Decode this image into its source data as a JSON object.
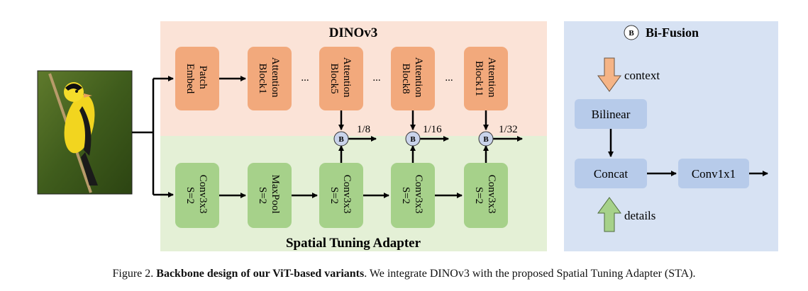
{
  "diagram": {
    "dino_title": "DINOv3",
    "sta_title": "Spatial Tuning Adapter",
    "dino_blocks": [
      {
        "line1": "Patch",
        "line2": "Embed"
      },
      {
        "line1": "Attention",
        "line2": "Block1"
      },
      {
        "line1": "Attention",
        "line2": "Block5"
      },
      {
        "line1": "Attention",
        "line2": "Block8"
      },
      {
        "line1": "Attention",
        "line2": "Block11"
      }
    ],
    "ellipsis": "...",
    "sta_blocks": [
      {
        "line1": "Conv3x3",
        "line2": "S=2"
      },
      {
        "line1": "MaxPool",
        "line2": "S=2"
      },
      {
        "line1": "Conv3x3",
        "line2": "S=2"
      },
      {
        "line1": "Conv3x3",
        "line2": "S=2"
      },
      {
        "line1": "Conv3x3",
        "line2": "S=2"
      }
    ],
    "fusion_symbol": "B",
    "scales": [
      "1/8",
      "1/16",
      "1/32"
    ]
  },
  "bifusion": {
    "symbol": "B",
    "title": "Bi-Fusion",
    "context_label": "context",
    "details_label": "details",
    "bilinear": "Bilinear",
    "concat": "Concat",
    "conv": "Conv1x1"
  },
  "caption": {
    "prefix": "Figure 2.",
    "bold": "Backbone design of our ViT-based variants",
    "rest": ". We integrate DINOv3 with the proposed Spatial Tuning Adapter (STA)."
  },
  "colors": {
    "dino_bg": "#fbe3d7",
    "sta_bg": "#e4f0d6",
    "bifusion_bg": "#d7e2f3",
    "orange_block": "#f2a97c",
    "green_block": "#a6d18a",
    "blue_block": "#b7cbea",
    "fusion_node": "#c9d3ea"
  }
}
